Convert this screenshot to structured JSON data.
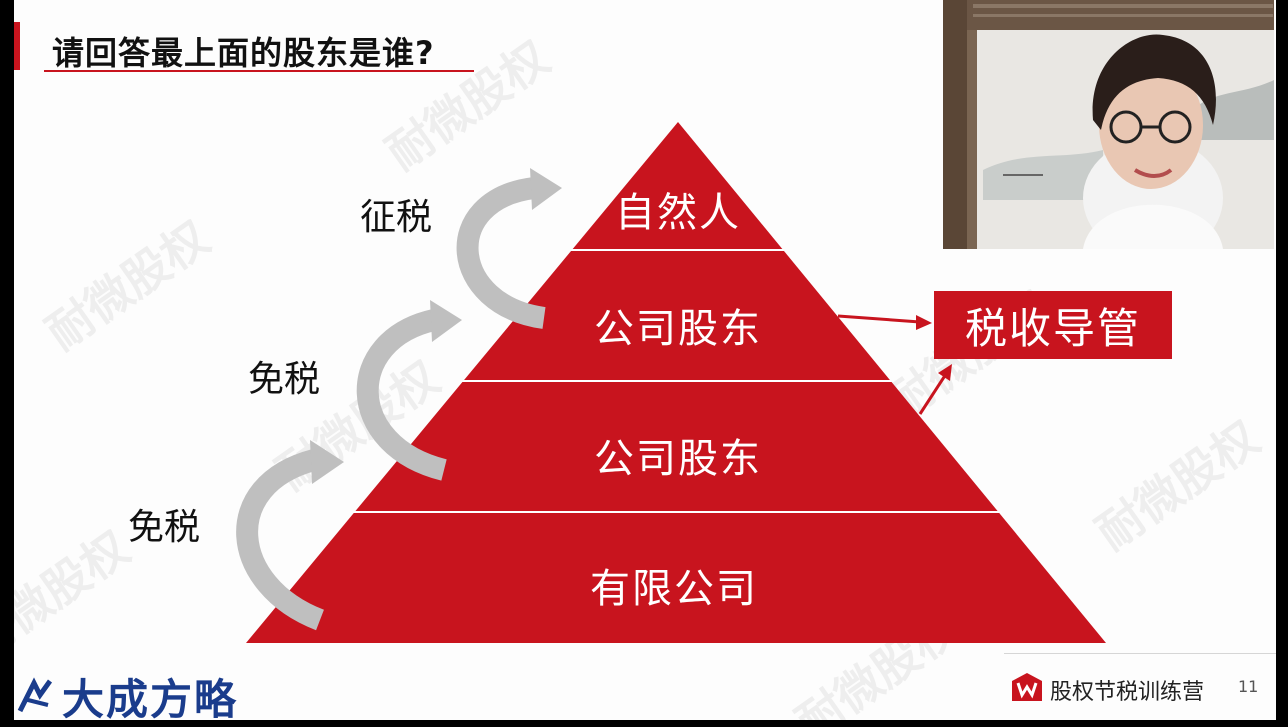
{
  "slide": {
    "title": "请回答最上面的股东是谁?",
    "watermark": "耐微股权",
    "pyramid": {
      "tiers": [
        "自然人",
        "公司股东",
        "公司股东",
        "有限公司"
      ],
      "side_labels": [
        "征税",
        "免税",
        "免税"
      ],
      "callout": "税收导管"
    },
    "footer": {
      "program": "股权节税训练营",
      "page_number": "11"
    },
    "brand": "大成方略"
  },
  "colors": {
    "accent_red": "#c8141e",
    "brand_blue": "#1a3c8c"
  }
}
